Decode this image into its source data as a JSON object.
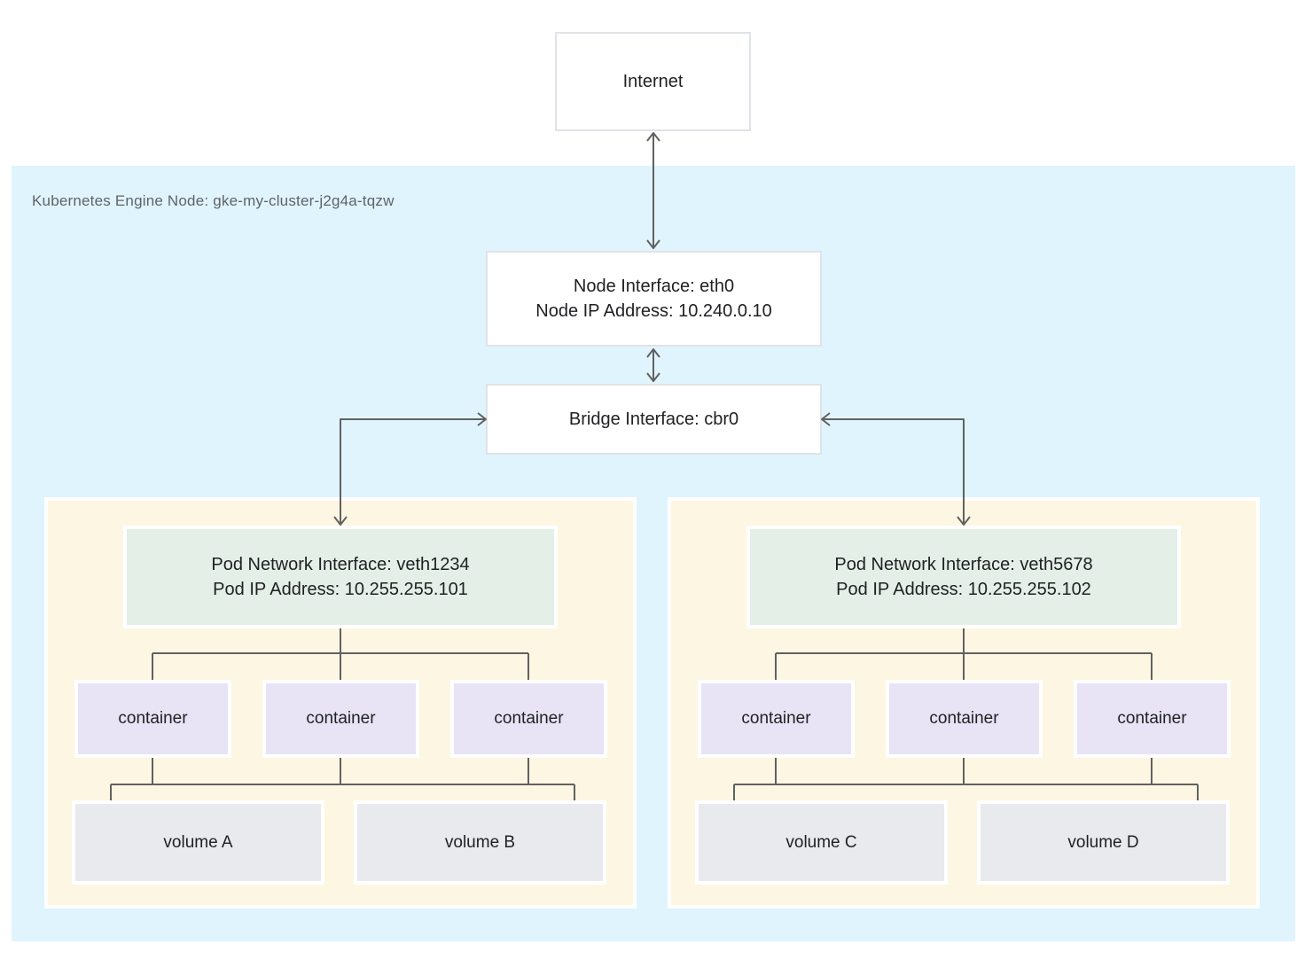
{
  "internet": {
    "label": "Internet"
  },
  "node": {
    "label": "Kubernetes Engine Node: gke-my-cluster-j2g4a-tqzw",
    "interface": {
      "line1": "Node Interface: eth0",
      "line2": "Node IP Address: 10.240.0.10"
    },
    "bridge": {
      "label": "Bridge Interface: cbr0"
    }
  },
  "pods": [
    {
      "interface": {
        "line1": "Pod Network Interface: veth1234",
        "line2": "Pod IP Address: 10.255.255.101"
      },
      "containers": [
        "container",
        "container",
        "container"
      ],
      "volumes": [
        "volume A",
        "volume B"
      ]
    },
    {
      "interface": {
        "line1": "Pod Network Interface: veth5678",
        "line2": "Pod IP Address: 10.255.255.102"
      },
      "containers": [
        "container",
        "container",
        "container"
      ],
      "volumes": [
        "volume C",
        "volume D"
      ]
    }
  ],
  "colors": {
    "node_bg": "#e0f4fd",
    "pod_bg": "#fdf6e3",
    "pod_interface_bg": "#e3efe7",
    "container_bg": "#e8e4f6",
    "volume_bg": "#e8eaed",
    "box_border": "#e0e3e7",
    "connector": "#616161",
    "label_text": "#5f6368",
    "box_text": "#202124"
  }
}
